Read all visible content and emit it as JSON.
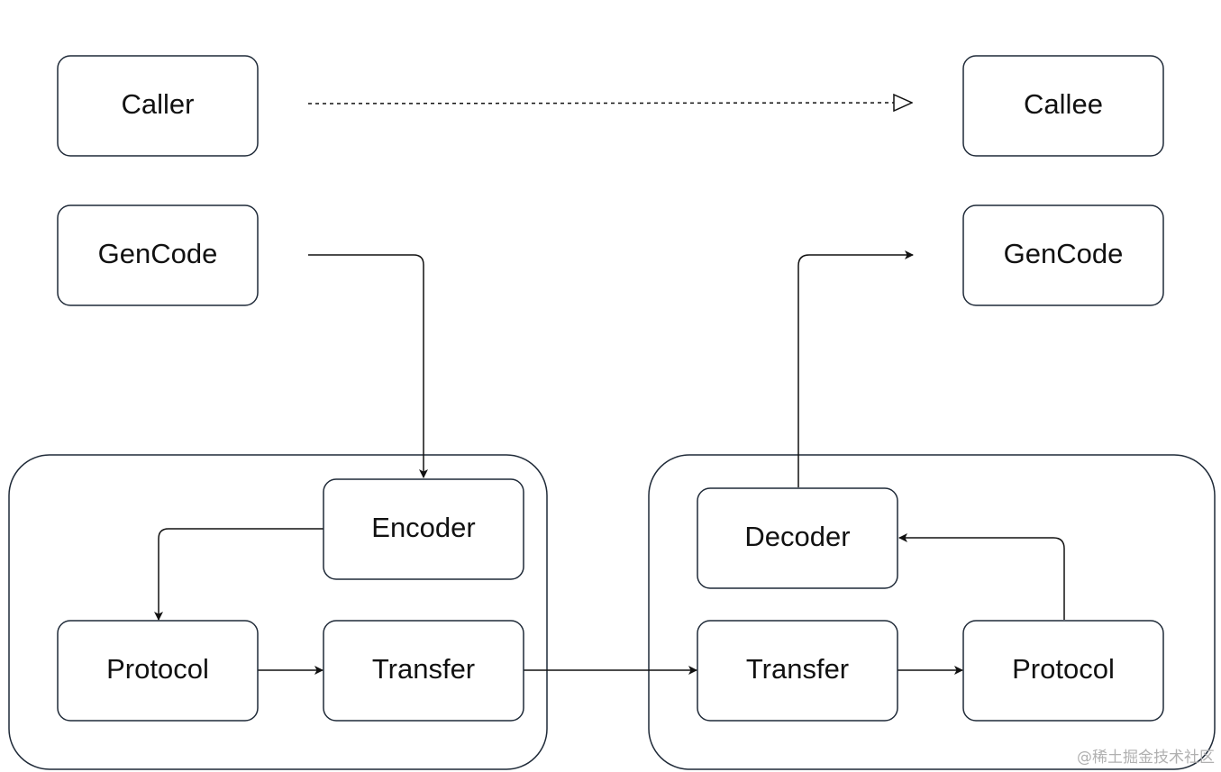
{
  "nodes": {
    "caller": "Caller",
    "callee": "Callee",
    "gencode_left": "GenCode",
    "gencode_right": "GenCode",
    "encoder": "Encoder",
    "protocol_left": "Protocol",
    "transfer_left": "Transfer",
    "decoder": "Decoder",
    "transfer_right": "Transfer",
    "protocol_right": "Protocol"
  },
  "watermark": "@稀土掘金技术社区",
  "colors": {
    "stroke": "#1f2a38",
    "text": "#111111",
    "watermark": "#b0b0b0"
  }
}
